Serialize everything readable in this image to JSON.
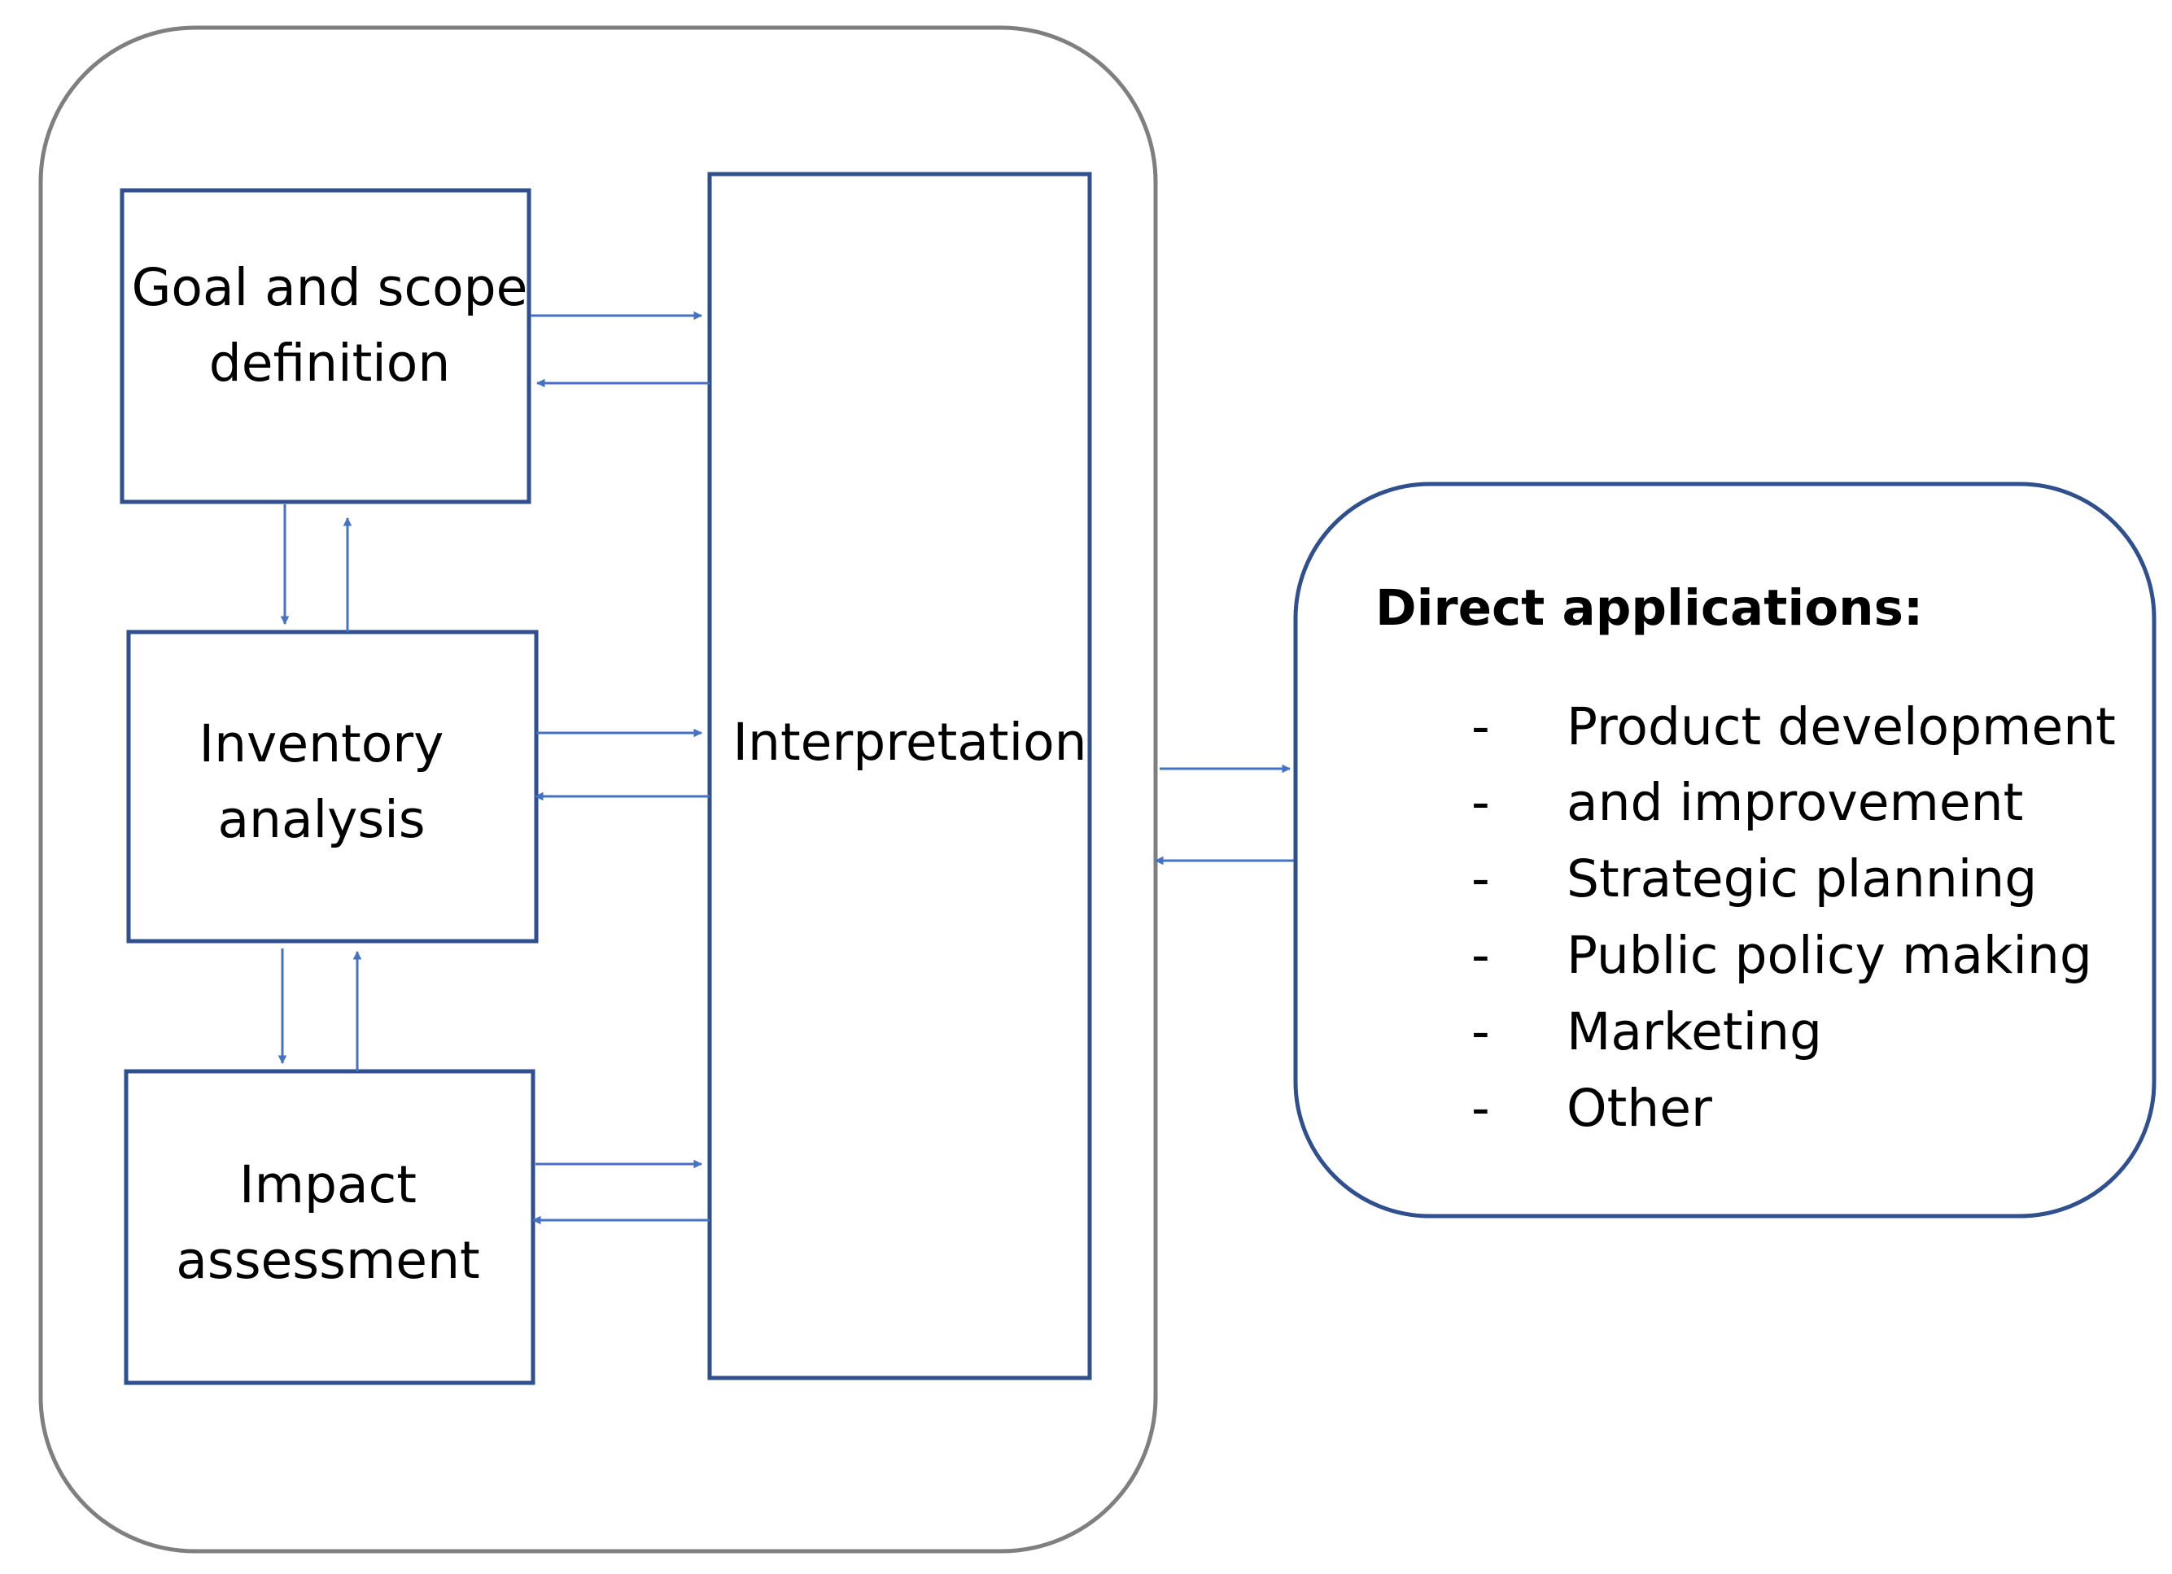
{
  "colors": {
    "box_stroke": "#2f4f8f",
    "frame_stroke": "#7f7f7f",
    "arrow": "#4472c4",
    "text": "#000000",
    "background": "#ffffff"
  },
  "nodes": {
    "goal_scope": {
      "lines": [
        "Goal and scope",
        "definition"
      ]
    },
    "inventory": {
      "lines": [
        "Inventory",
        "analysis"
      ]
    },
    "impact": {
      "lines": [
        "Impact",
        "assessment"
      ]
    },
    "interpretation": {
      "label": "Interpretation"
    }
  },
  "applications": {
    "heading": "Direct applications:",
    "bullet": "-",
    "items": [
      "Product development",
      "and improvement",
      "Strategic planning",
      "Public policy making",
      "Marketing",
      "Other"
    ]
  }
}
